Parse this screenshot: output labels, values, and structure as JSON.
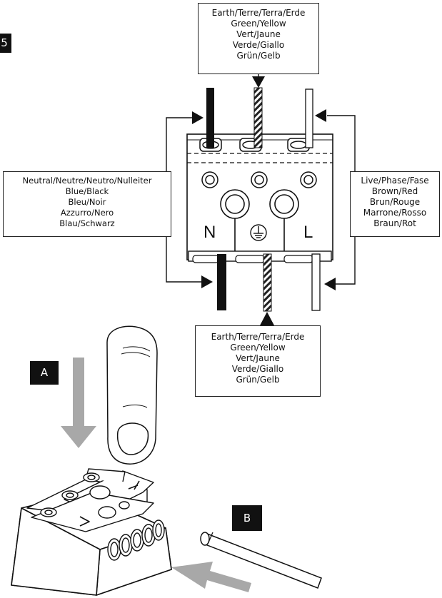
{
  "step_number": "5",
  "labels": {
    "earth_top": [
      "Earth/Terre/Terra/Erde",
      "Green/Yellow",
      "Vert/Jaune",
      "Verde/Giallo",
      "Grün/Gelb"
    ],
    "neutral": [
      "Neutral/Neutre/Neutro/Nulleiter",
      "Blue/Black",
      "Bleu/Noir",
      "Azzurro/Nero",
      "Blau/Schwarz"
    ],
    "live": [
      "Live/Phase/Fase",
      "Brown/Red",
      "Brun/Rouge",
      "Marrone/Rosso",
      "Braun/Rot"
    ],
    "earth_bottom": [
      "Earth/Terre/Terra/Erde",
      "Green/Yellow",
      "Vert/Jaune",
      "Verde/Giallo",
      "Grün/Gelb"
    ]
  },
  "terminal_marks": {
    "neutral": "N",
    "live": "L"
  },
  "steps": {
    "a": "A",
    "b": "B"
  }
}
